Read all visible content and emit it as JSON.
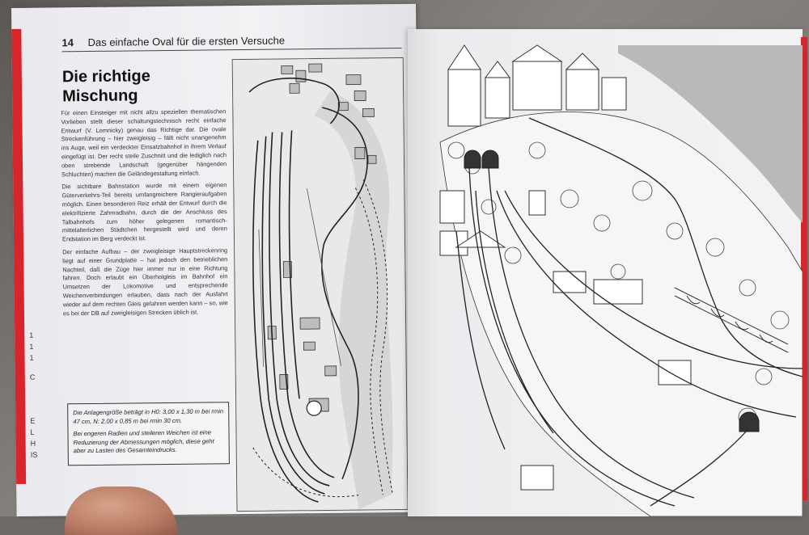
{
  "left_page": {
    "page_number": "14",
    "running_head": "Das einfache Oval für die ersten Versuche",
    "title_line1": "Die richtige",
    "title_line2": "Mischung",
    "paragraphs": [
      "Für einen Einsteiger mit nicht allzu speziellen thematischen Vorlieben stellt dieser schaltungstechnisch recht einfache Entwurf (V. Lomnicky) genau das Richtige dar. Die ovale Streckenführung – hier zweigleisig – fällt nicht unangenehm ins Auge, weil ein verdeckter Einsatzbahnhof in ihrem Verlauf eingefügt ist. Der recht steile Zuschnitt und die lediglich nach oben strebende Landschaft (gegenüber hängenden Schluchten) machen die Geländegestaltung einfach.",
      "Die sichtbare Bahnstation wurde mit einem eigenen Güterverkehrs-Teil bereits umfangreichere Rangieraufgaben möglich. Einen besonderen Reiz erhält der Entwurf durch die elektrifizierte Zahnradbahn, durch die der Anschluss des Talbahnhofs zum höher gelegenen romantisch-mittelalterlichen Städtchen hergestellt wird und deren Endstation im Berg verdeckt ist.",
      "Der einfache Aufbau – der zweigleisige Hauptstreckenring liegt auf einer Grundplatte – hat jedoch den betrieblichen Nachteil, daß die Züge hier immer nur in eine Richtung fahren. Doch erlaubt ein Überholgleis im Bahnhof ein Umsetzen der Lokomotive und entsprechende Weichenverbindungen erlauben, dass nach der Ausfahrt wieder auf dem rechten Gleis gefahren werden kann – so, wie es bei der DB auf zweigleisigen Strecken üblich ist."
    ],
    "info_box": [
      "Die Anlagengröße beträgt in H0: 3,00 x 1,30 m bei rmin 47 cm, N: 2,00 x 0,85 m bei rmin 30 cm.",
      "Bei engeren Radien und steileren Weichen ist eine Reduzierung der Abmessungen möglich, diese geht aber zu Lasten des Gesamteindrucks."
    ],
    "margin_marks": [
      "1",
      "1",
      "1",
      "C",
      "E",
      "L",
      "H",
      "IS"
    ]
  },
  "colors": {
    "accent_red": "#d7262b",
    "paper": "#f2f2f5",
    "ink": "#222222"
  }
}
